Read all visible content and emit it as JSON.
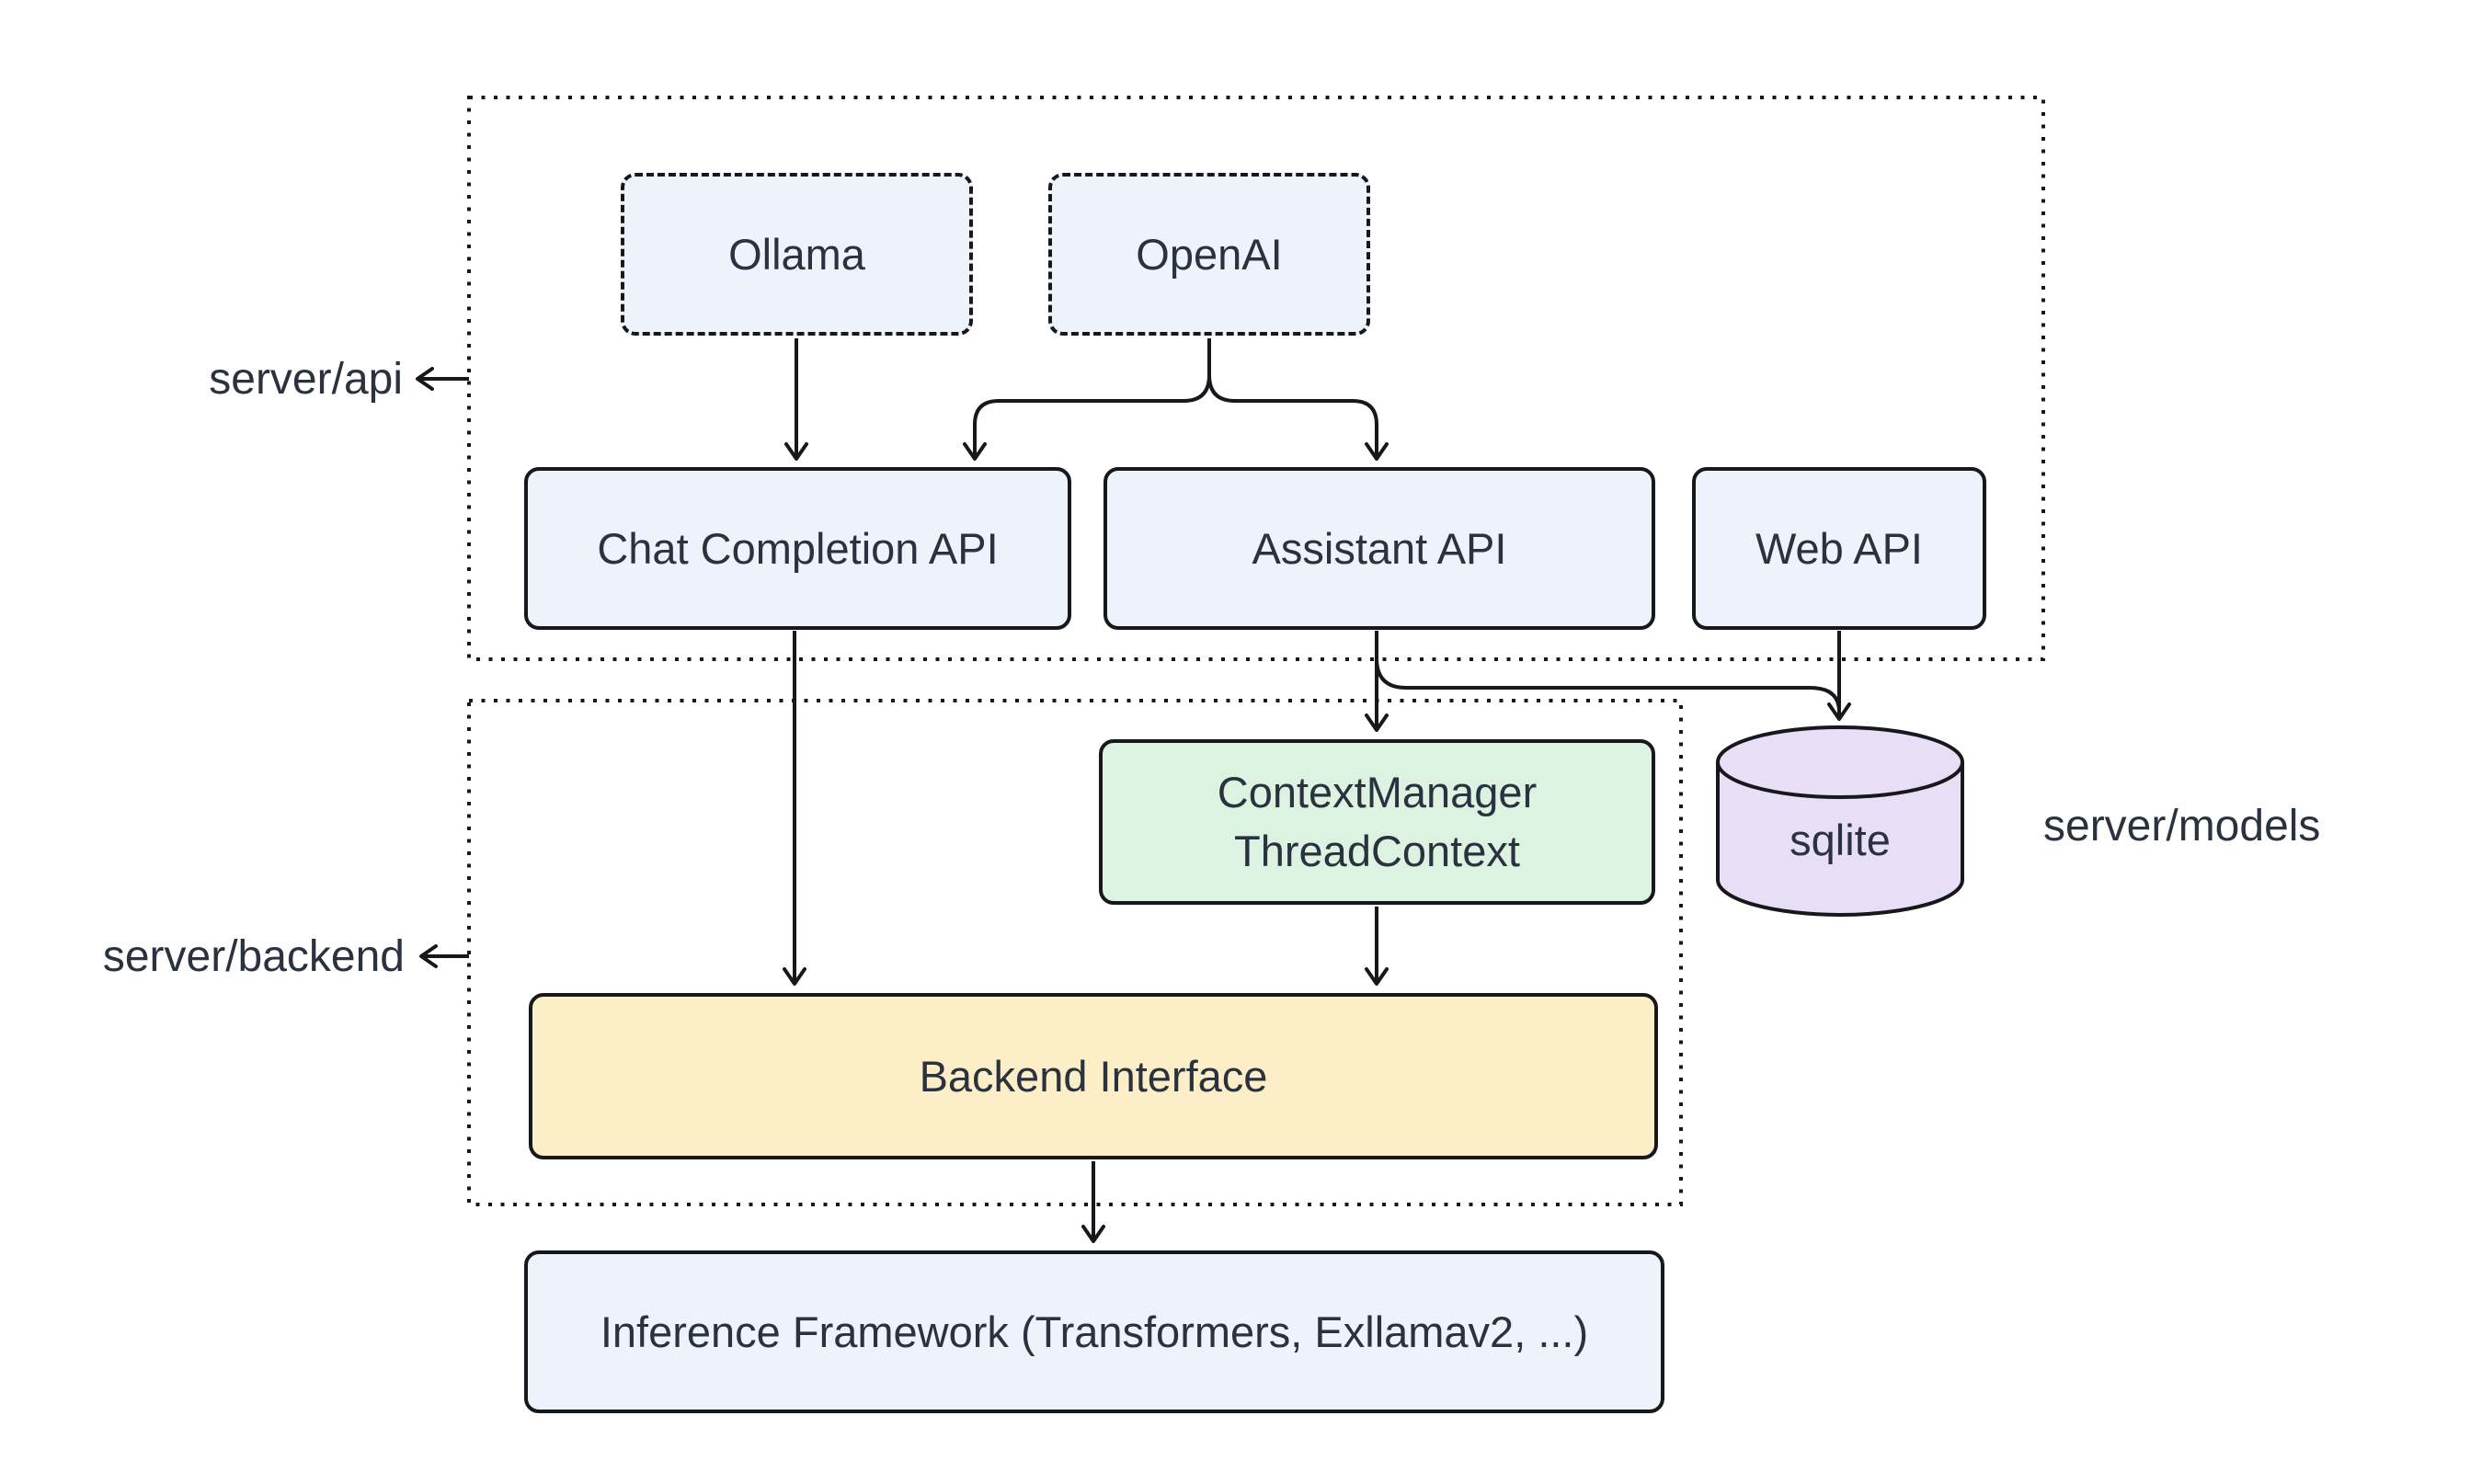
{
  "diagram_type": "software-architecture-flowchart",
  "colors": {
    "background": "#ffffff",
    "node_blue": "#edf2fb",
    "node_green": "#dcf3e1",
    "node_yellow": "#fceec6",
    "node_purple": "#e8def6",
    "stroke": "#17181c",
    "text": "#2b323f"
  },
  "containers": {
    "server_api": {
      "label": "server/api"
    },
    "server_backend": {
      "label": "server/backend"
    },
    "server_models": {
      "label": "server/models"
    }
  },
  "nodes": {
    "ollama": {
      "label": "Ollama",
      "style": "dashed-blue"
    },
    "openai": {
      "label": "OpenAI",
      "style": "dashed-blue"
    },
    "chat_completion_api": {
      "label": "Chat Completion API",
      "style": "solid-blue"
    },
    "assistant_api": {
      "label": "Assistant API",
      "style": "solid-blue"
    },
    "web_api": {
      "label": "Web API",
      "style": "solid-blue"
    },
    "context_manager": {
      "line1": "ContextManager",
      "line2": "ThreadContext",
      "style": "solid-green"
    },
    "sqlite": {
      "label": "sqlite",
      "style": "cylinder-purple"
    },
    "backend_interface": {
      "label": "Backend Interface",
      "style": "solid-yellow"
    },
    "inference_framework": {
      "label": "Inference Framework (Transformers, Exllamav2, ...)",
      "style": "solid-blue"
    }
  },
  "edges": [
    {
      "from": "Ollama",
      "to": "Chat Completion API"
    },
    {
      "from": "OpenAI",
      "to": "Chat Completion API"
    },
    {
      "from": "OpenAI",
      "to": "Assistant API"
    },
    {
      "from": "Chat Completion API",
      "to": "Backend Interface"
    },
    {
      "from": "Assistant API",
      "to": "ContextManager ThreadContext"
    },
    {
      "from": "Assistant API",
      "to": "sqlite"
    },
    {
      "from": "Web API",
      "to": "sqlite"
    },
    {
      "from": "ContextManager ThreadContext",
      "to": "Backend Interface"
    },
    {
      "from": "Backend Interface",
      "to": "Inference Framework (Transformers, Exllamav2, ...)"
    }
  ]
}
